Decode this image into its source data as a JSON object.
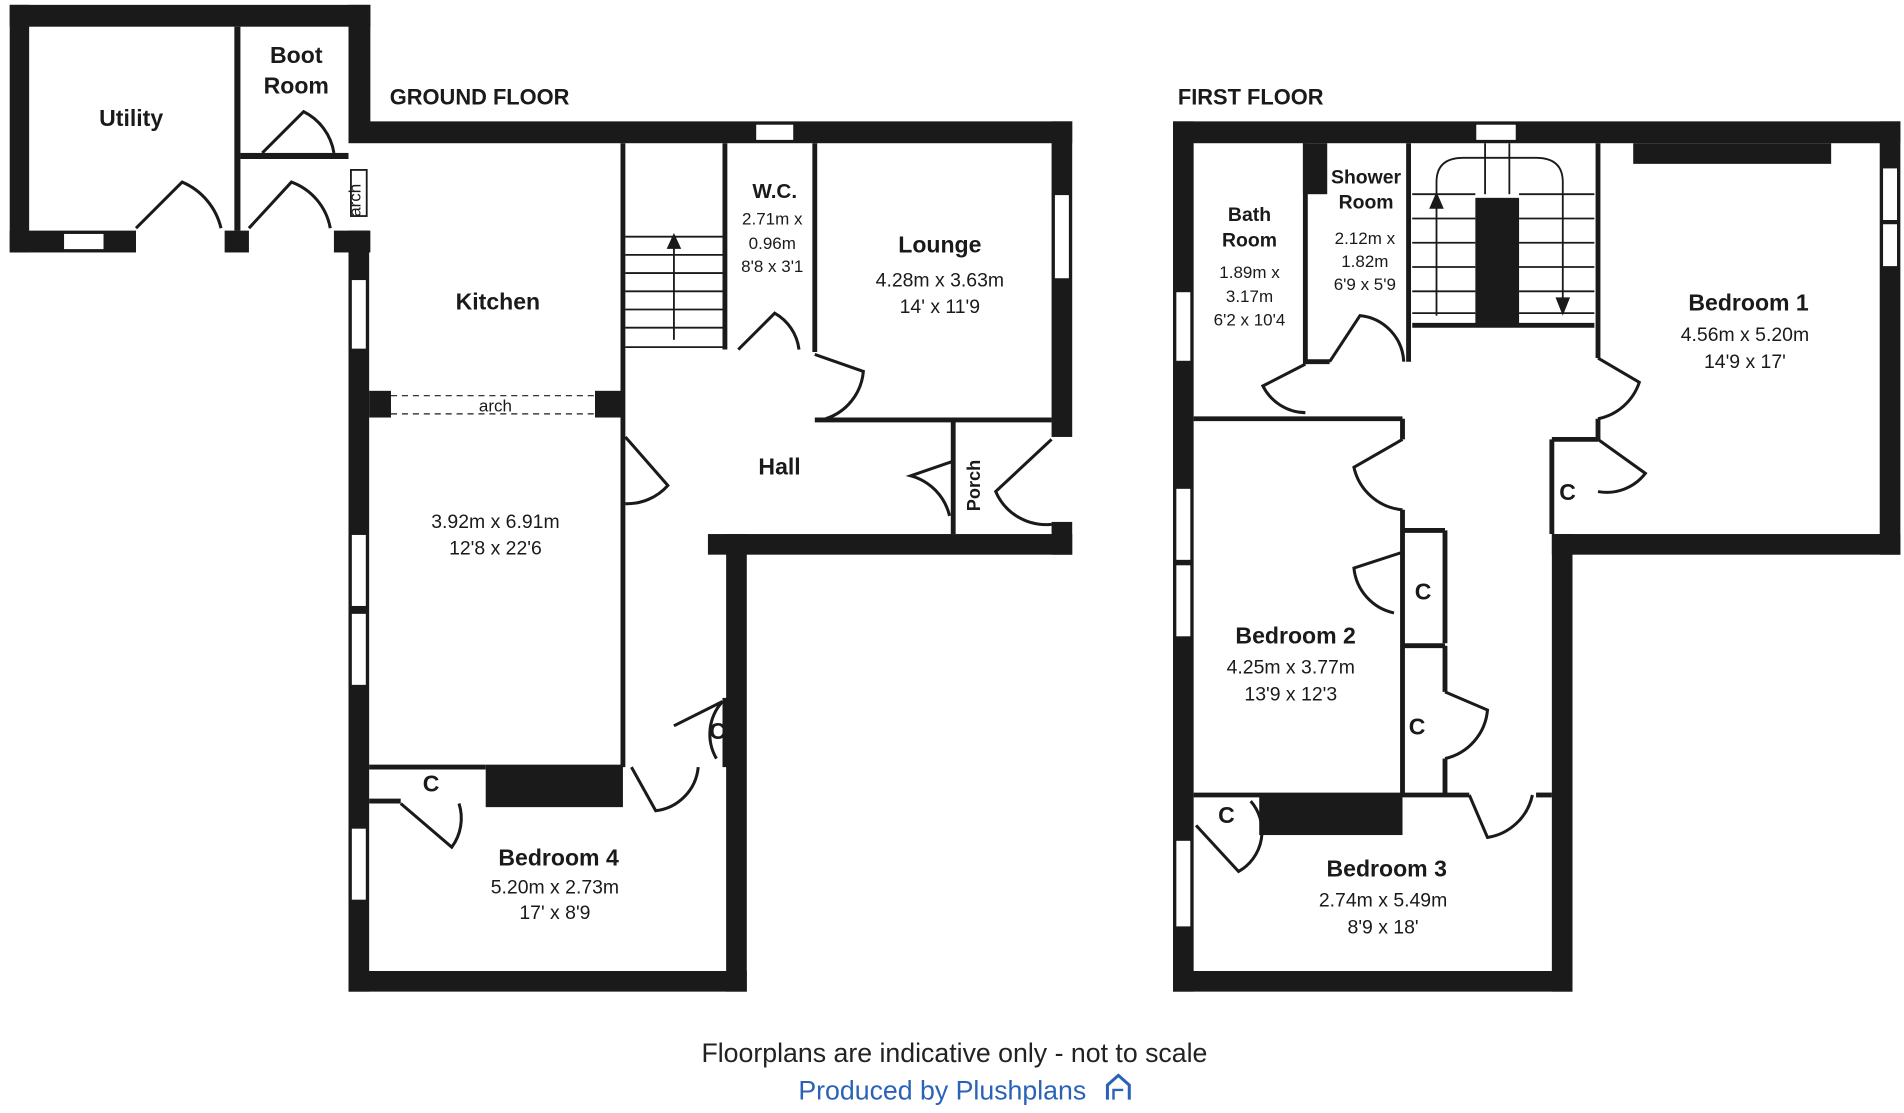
{
  "ground_floor": {
    "title": "GROUND FLOOR",
    "rooms": {
      "utility": {
        "name": "Utility"
      },
      "boot_room": {
        "name_line1": "Boot",
        "name_line2": "Room"
      },
      "kitchen": {
        "name": "Kitchen",
        "dim_m": "3.92m x 6.91m",
        "dim_ft": "12'8 x 22'6"
      },
      "wc": {
        "name": "W.C.",
        "dim_m1": "2.71m x",
        "dim_m2": "0.96m",
        "dim_ft": "8'8 x 3'1"
      },
      "lounge": {
        "name": "Lounge",
        "dim_m": "4.28m x 3.63m",
        "dim_ft": "14' x 11'9"
      },
      "hall": {
        "name": "Hall"
      },
      "porch": {
        "name": "Porch"
      },
      "bedroom4": {
        "name": "Bedroom 4",
        "dim_m": "5.20m x 2.73m",
        "dim_ft": "17' x 8'9"
      }
    },
    "labels": {
      "arch": "arch",
      "cupboard": "C"
    }
  },
  "first_floor": {
    "title": "FIRST FLOOR",
    "rooms": {
      "bath_room": {
        "name_line1": "Bath",
        "name_line2": "Room",
        "dim_m1": "1.89m x",
        "dim_m2": "3.17m",
        "dim_ft": "6'2 x 10'4"
      },
      "shower_room": {
        "name_line1": "Shower",
        "name_line2": "Room",
        "dim_m1": "2.12m x",
        "dim_m2": "1.82m",
        "dim_ft": "6'9 x 5'9"
      },
      "bedroom1": {
        "name": "Bedroom 1",
        "dim_m": "4.56m x 5.20m",
        "dim_ft": "14'9 x 17'"
      },
      "bedroom2": {
        "name": "Bedroom 2",
        "dim_m": "4.25m x 3.77m",
        "dim_ft": "13'9 x 12'3"
      },
      "bedroom3": {
        "name": "Bedroom 3",
        "dim_m": "2.74m x 5.49m",
        "dim_ft": "8'9 x 18'"
      }
    },
    "labels": {
      "cupboard": "C"
    }
  },
  "footer": {
    "disclaimer": "Floorplans are indicative only - not to scale",
    "credit": "Produced by Plushplans"
  },
  "colors": {
    "walls": "#1a1a1a",
    "brand": "#2a62b8"
  }
}
